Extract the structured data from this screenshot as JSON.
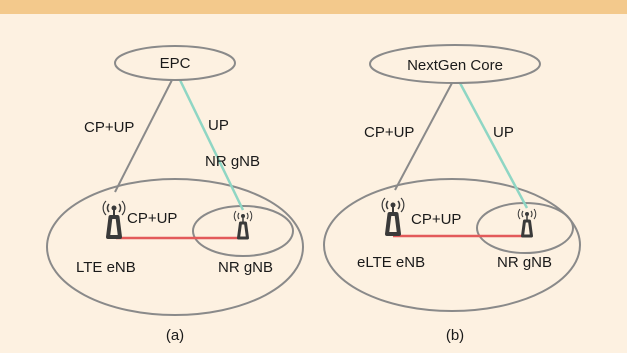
{
  "colors": {
    "background": "#fdf1e1",
    "top_band": "#f3c98c",
    "outline": "#8a8a8a",
    "cp_up_link": "#e35a5a",
    "up_link": "#8fd6c4",
    "tower": "#3a3a3a"
  },
  "diagrams": [
    {
      "core_label": "EPC",
      "left_link_label": "CP+UP",
      "right_link_label": "UP",
      "nr_floating_label": "NR gNB",
      "x2_label": "CP+UP",
      "lte_label": "LTE eNB",
      "nr_label": "NR gNB",
      "caption": "(a)"
    },
    {
      "core_label": "NextGen Core",
      "left_link_label": "CP+UP",
      "right_link_label": "UP",
      "x2_label": "CP+UP",
      "lte_label": "eLTE eNB",
      "nr_label": "NR gNB",
      "caption": "(b)"
    }
  ]
}
